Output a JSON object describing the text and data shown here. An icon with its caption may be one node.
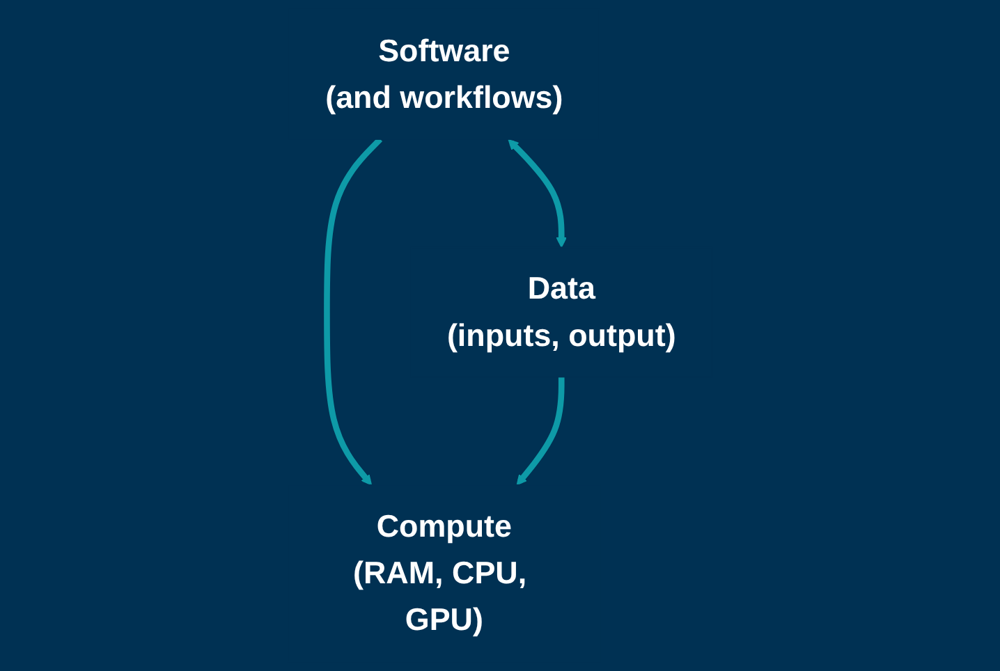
{
  "diagram": {
    "nodes": [
      {
        "text": [
          "Software",
          "(and workflows)"
        ]
      },
      {
        "text": [
          "Data",
          "(inputs, output)"
        ]
      },
      {
        "text": [
          "Compute",
          "(RAM, CPU, GPU)"
        ]
      }
    ],
    "edges": [
      {
        "from": 0,
        "to": 1,
        "arrow": "both"
      },
      {
        "from": 0,
        "to": 2,
        "arrow": "to"
      },
      {
        "from": 1,
        "to": 2,
        "arrow": "to"
      }
    ]
  }
}
